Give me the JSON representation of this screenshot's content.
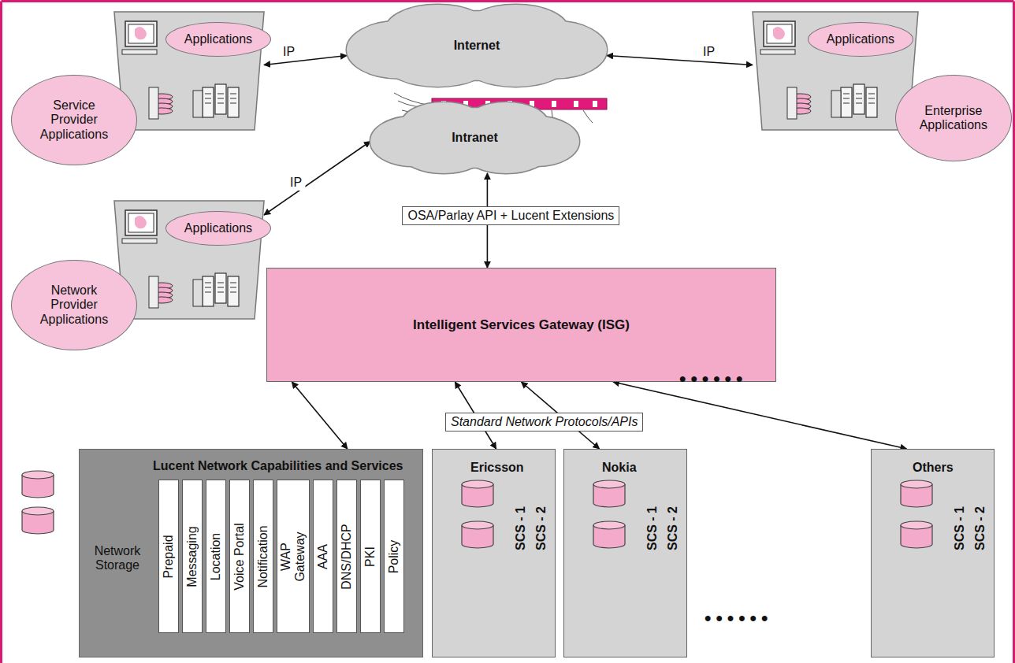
{
  "diagram": {
    "nodes": [
      {
        "text": []
      },
      {
        "text": [
          "Applications"
        ],
        "in": 0
      },
      {
        "text": [
          "Service Provider Applications"
        ],
        "in": 0
      },
      {
        "text": []
      },
      {
        "text": [
          "Applications"
        ],
        "in": 3
      },
      {
        "text": [
          "Network Provider Applications"
        ],
        "in": 3
      },
      {
        "text": []
      },
      {
        "text": [
          "Applications"
        ],
        "in": 6
      },
      {
        "text": [
          "Enterprise Applications"
        ],
        "in": 6
      },
      {
        "text": [
          "Internet"
        ]
      },
      {
        "text": [
          "Intranet"
        ]
      },
      {
        "text": [
          "Intelligent Services Gateway (ISG)"
        ]
      },
      {
        "text": [
          "Lucent Network Capabilities and Services",
          "Network Storage"
        ]
      },
      {
        "text": [
          "Prepaid"
        ],
        "in": 12
      },
      {
        "text": [
          "Messaging"
        ],
        "in": 12
      },
      {
        "text": [
          "Location"
        ],
        "in": 12
      },
      {
        "text": [
          "Voice Portal"
        ],
        "in": 12
      },
      {
        "text": [
          "Notification"
        ],
        "in": 12
      },
      {
        "text": [
          "WAP Gateway"
        ],
        "in": 12
      },
      {
        "text": [
          "AAA"
        ],
        "in": 12
      },
      {
        "text": [
          "DNS/DHCP"
        ],
        "in": 12
      },
      {
        "text": [
          "PKI"
        ],
        "in": 12
      },
      {
        "text": [
          "Policy"
        ],
        "in": 12
      },
      {
        "text": [
          "Ericsson",
          "SCS - 1",
          "SCS - 2"
        ]
      },
      {
        "text": [
          "Nokia",
          "SCS - 1",
          "SCS - 2"
        ]
      },
      {
        "text": [
          "Others",
          "SCS - 1",
          "SCS - 2"
        ]
      }
    ],
    "edges": [
      {
        "from": 0,
        "to": 9,
        "label": "IP",
        "arrow": "both"
      },
      {
        "from": 3,
        "to": 10,
        "label": "IP",
        "arrow": "both"
      },
      {
        "from": 6,
        "to": 9,
        "label": "IP",
        "arrow": "both"
      },
      {
        "from": 10,
        "to": 11,
        "label": "OSA/Parlay API + Lucent Extensions",
        "arrow": "both"
      },
      {
        "from": 11,
        "to": 12,
        "arrow": "both"
      },
      {
        "from": 11,
        "to": 23,
        "arrow": "both"
      },
      {
        "from": 11,
        "to": 24,
        "arrow": "both"
      },
      {
        "from": 11,
        "to": 25,
        "arrow": "both"
      }
    ],
    "labels": [
      "Standard Network Protocols/APIs",
      "••••••",
      "••••••"
    ]
  }
}
